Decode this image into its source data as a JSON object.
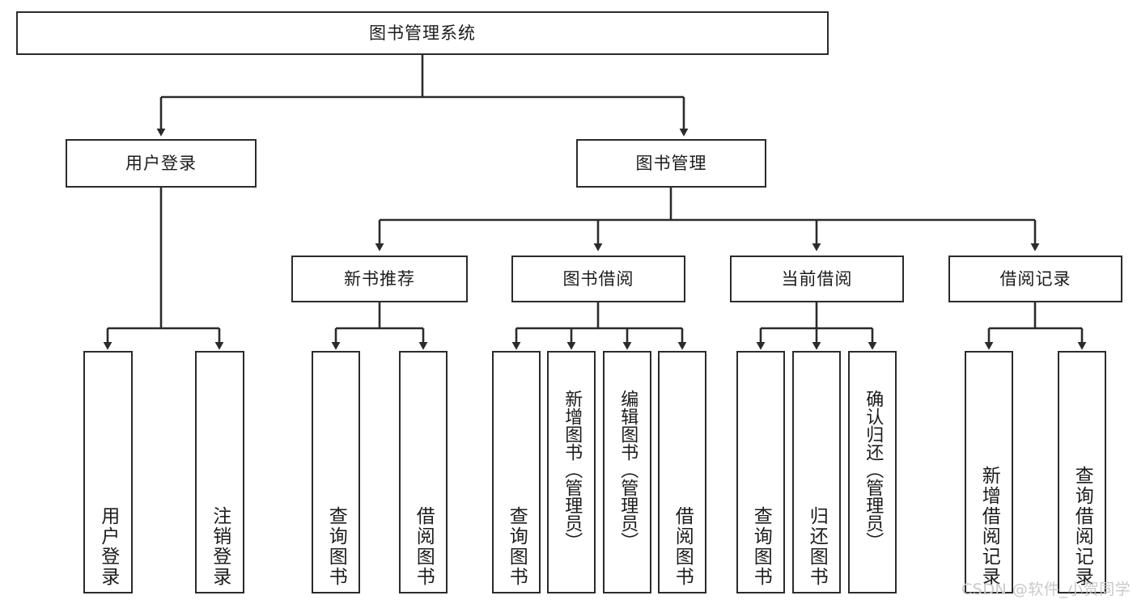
{
  "diagram": {
    "type": "tree-hierarchy",
    "title": "图书管理系统",
    "orientation": "top-down",
    "colors": {
      "box_border": "#2b2b2b",
      "box_fill": "#ffffff",
      "connector": "#2b2b2b",
      "text": "#1c1c1c",
      "watermark": "#c9c9c9",
      "background": "#ffffff"
    },
    "root": {
      "label": "图书管理系统"
    },
    "level2": [
      {
        "id": "user-login",
        "label": "用户登录"
      },
      {
        "id": "book-manage",
        "label": "图书管理"
      }
    ],
    "level3": [
      {
        "id": "new-book-rec",
        "label": "新书推荐"
      },
      {
        "id": "book-borrow",
        "label": "图书借阅"
      },
      {
        "id": "current-borrow",
        "label": "当前借阅"
      },
      {
        "id": "borrow-record",
        "label": "借阅记录"
      }
    ],
    "leaves": {
      "user_login": [
        {
          "id": "leaf-user-login",
          "label": "用户登录"
        },
        {
          "id": "leaf-logout-login",
          "label": "注销登录"
        }
      ],
      "new_book_rec": [
        {
          "id": "leaf-query-book-1",
          "label": "查询图书"
        },
        {
          "id": "leaf-borrow-book-1",
          "label": "借阅图书"
        }
      ],
      "book_borrow": [
        {
          "id": "leaf-query-book-2",
          "label": "查询图书"
        },
        {
          "id": "leaf-add-book",
          "label": "新增图书（管理员）"
        },
        {
          "id": "leaf-edit-book",
          "label": "编辑图书（管理员）"
        },
        {
          "id": "leaf-borrow-book-2",
          "label": "借阅图书"
        }
      ],
      "current_borrow": [
        {
          "id": "leaf-query-book-3",
          "label": "查询图书"
        },
        {
          "id": "leaf-return-book",
          "label": "归还图书"
        },
        {
          "id": "leaf-confirm-return",
          "label": "确认归还（管理员）"
        }
      ],
      "borrow_record": [
        {
          "id": "leaf-add-record",
          "label": "新增借阅记录"
        },
        {
          "id": "leaf-query-record",
          "label": "查询借阅记录"
        }
      ]
    },
    "watermark": "CSDN @软件_小贺同学"
  }
}
